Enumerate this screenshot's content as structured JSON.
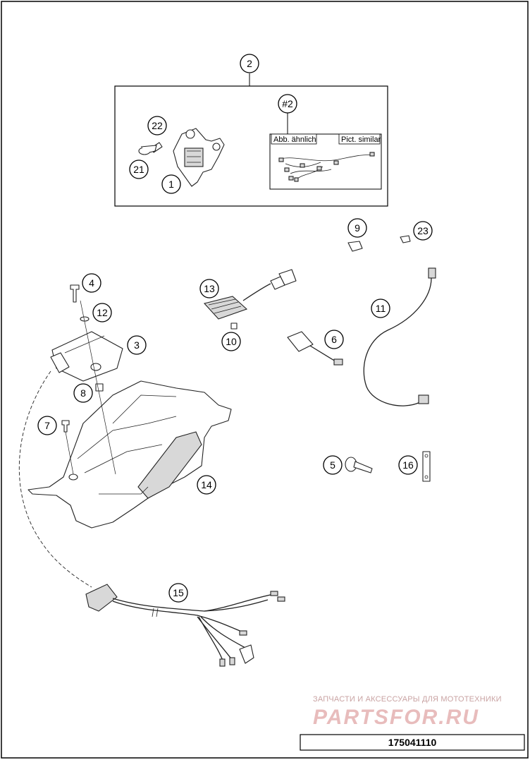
{
  "callouts": {
    "c1": "1",
    "c2": "2",
    "c3": "3",
    "c4": "4",
    "c5": "5",
    "c6": "6",
    "c7": "7",
    "c8": "8",
    "c9": "9",
    "c10": "10",
    "c11": "11",
    "c12": "12",
    "c13": "13",
    "c14": "14",
    "c15": "15",
    "c16": "16",
    "c21": "21",
    "c22": "22",
    "c23": "23",
    "cpic2": "#2"
  },
  "inset": {
    "label_de": "Abb. ähnlich",
    "label_en": "Pict. similar"
  },
  "watermark": {
    "line1": "ЗАПЧАСТИ И АКСЕССУАРЫ ДЛЯ МОТОТЕХНИКИ",
    "line2": "PARTSFOR.RU"
  },
  "doc_number": "175041110"
}
